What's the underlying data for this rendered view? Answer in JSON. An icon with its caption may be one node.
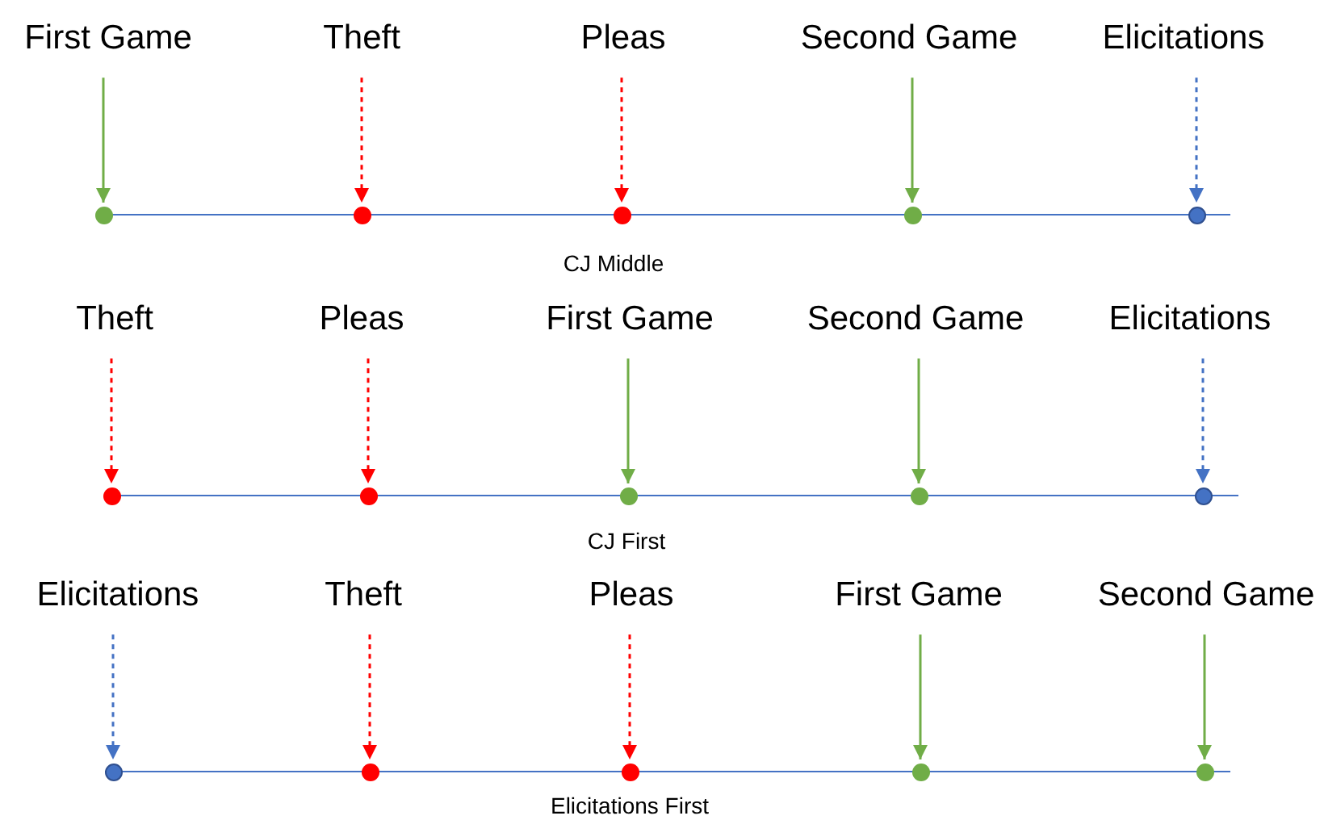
{
  "diagram": {
    "nodes": [
      {
        "text": [
          "First Game"
        ]
      },
      {
        "text": [
          "Theft"
        ]
      },
      {
        "text": [
          "Pleas"
        ]
      },
      {
        "text": [
          "Second Game"
        ]
      },
      {
        "text": [
          "Elicitations"
        ]
      },
      {
        "text": [],
        "shape": "circle"
      },
      {
        "text": [],
        "shape": "circle"
      },
      {
        "text": [],
        "shape": "circle"
      },
      {
        "text": [],
        "shape": "circle"
      },
      {
        "text": [],
        "shape": "circle"
      },
      {
        "text": [
          "Theft"
        ]
      },
      {
        "text": [
          "Pleas"
        ]
      },
      {
        "text": [
          "First Game"
        ]
      },
      {
        "text": [
          "Second Game"
        ]
      },
      {
        "text": [
          "Elicitations"
        ]
      },
      {
        "text": [],
        "shape": "circle"
      },
      {
        "text": [],
        "shape": "circle"
      },
      {
        "text": [],
        "shape": "circle"
      },
      {
        "text": [],
        "shape": "circle"
      },
      {
        "text": [],
        "shape": "circle"
      },
      {
        "text": [
          "Elicitations"
        ]
      },
      {
        "text": [
          "Theft"
        ]
      },
      {
        "text": [
          "Pleas"
        ]
      },
      {
        "text": [
          "First Game"
        ]
      },
      {
        "text": [
          "Second Game"
        ]
      },
      {
        "text": [],
        "shape": "circle"
      },
      {
        "text": [],
        "shape": "circle"
      },
      {
        "text": [],
        "shape": "circle"
      },
      {
        "text": [],
        "shape": "circle"
      },
      {
        "text": [],
        "shape": "circle"
      }
    ],
    "edges": [
      {
        "from": 0,
        "to": 5,
        "arrow": "to",
        "color": "#70ad47"
      },
      {
        "from": 1,
        "to": 6,
        "arrow": "to",
        "style": "dashed",
        "color": "#ff0000"
      },
      {
        "from": 2,
        "to": 7,
        "arrow": "to",
        "style": "dashed",
        "color": "#ff0000"
      },
      {
        "from": 3,
        "to": 8,
        "arrow": "to",
        "color": "#70ad47"
      },
      {
        "from": 4,
        "to": 9,
        "arrow": "to",
        "style": "dashed",
        "color": "#4472c4"
      },
      {
        "from": 10,
        "to": 15,
        "arrow": "to",
        "style": "dashed",
        "color": "#ff0000"
      },
      {
        "from": 11,
        "to": 16,
        "arrow": "to",
        "style": "dashed",
        "color": "#ff0000"
      },
      {
        "from": 12,
        "to": 17,
        "arrow": "to",
        "color": "#70ad47"
      },
      {
        "from": 13,
        "to": 18,
        "arrow": "to",
        "color": "#70ad47"
      },
      {
        "from": 14,
        "to": 19,
        "arrow": "to",
        "style": "dashed",
        "color": "#4472c4"
      },
      {
        "from": 20,
        "to": 25,
        "arrow": "to",
        "style": "dashed",
        "color": "#4472c4"
      },
      {
        "from": 21,
        "to": 26,
        "arrow": "to",
        "style": "dashed",
        "color": "#ff0000"
      },
      {
        "from": 22,
        "to": 27,
        "arrow": "to",
        "style": "dashed",
        "color": "#ff0000"
      },
      {
        "from": 23,
        "to": 28,
        "arrow": "to",
        "color": "#70ad47"
      },
      {
        "from": 24,
        "to": 29,
        "arrow": "to",
        "color": "#70ad47"
      }
    ],
    "labels": [
      "CJ Middle",
      "CJ First",
      "Elicitations First"
    ]
  }
}
